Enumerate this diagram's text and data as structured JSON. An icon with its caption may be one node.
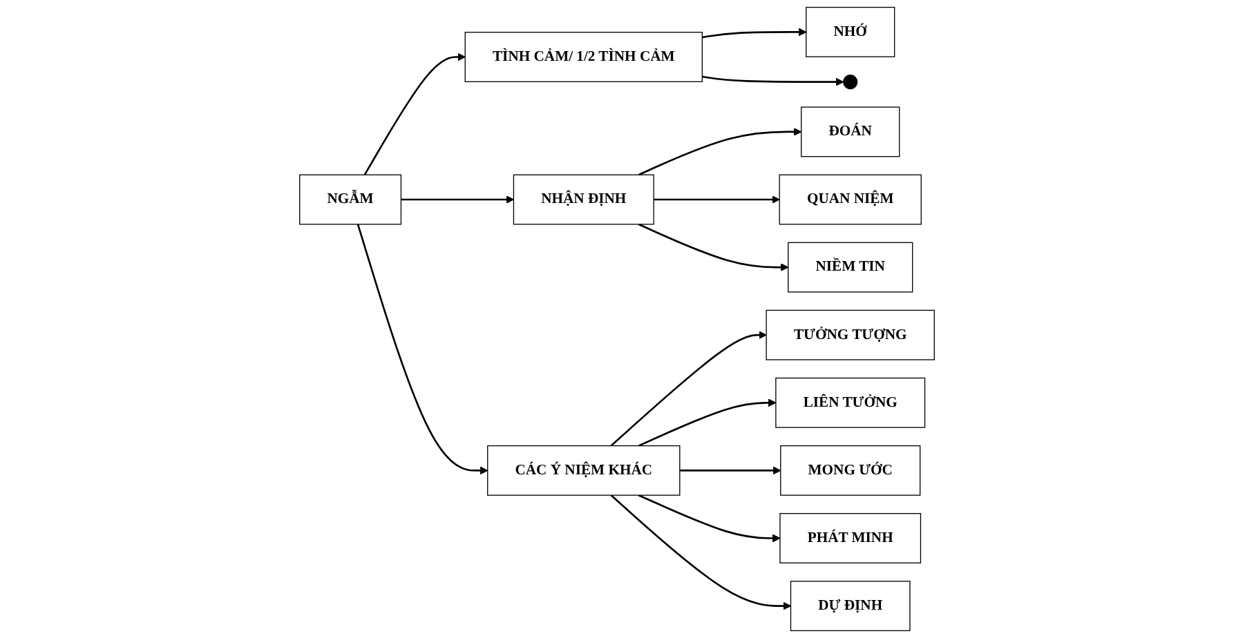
{
  "diagram": {
    "nodes": [
      {
        "text": [
          "NGẪM"
        ]
      },
      {
        "text": [
          "TÌNH CẢM/ 1/2 TÌNH CẢM"
        ]
      },
      {
        "text": [
          "NHỚ"
        ]
      },
      {
        "text": [],
        "shape": "circle"
      },
      {
        "text": [
          "NHẬN ĐỊNH"
        ]
      },
      {
        "text": [
          "ĐOÁN"
        ]
      },
      {
        "text": [
          "QUAN NIỆM"
        ]
      },
      {
        "text": [
          "NIỀM TIN"
        ]
      },
      {
        "text": [
          "CÁC Ý NIỆM KHÁC"
        ]
      },
      {
        "text": [
          "TƯỞNG TƯỢNG"
        ]
      },
      {
        "text": [
          "LIÊN TƯỞNG"
        ]
      },
      {
        "text": [
          "MONG ƯỚC"
        ]
      },
      {
        "text": [
          "PHÁT MINH"
        ]
      },
      {
        "text": [
          "DỰ ĐỊNH"
        ]
      }
    ],
    "edges": [
      {
        "from": 0,
        "to": 1,
        "arrow": "to"
      },
      {
        "from": 0,
        "to": 4,
        "arrow": "to"
      },
      {
        "from": 0,
        "to": 8,
        "arrow": "to"
      },
      {
        "from": 1,
        "to": 2,
        "arrow": "to"
      },
      {
        "from": 1,
        "to": 3,
        "arrow": "to"
      },
      {
        "from": 4,
        "to": 5,
        "arrow": "to"
      },
      {
        "from": 4,
        "to": 6,
        "arrow": "to"
      },
      {
        "from": 4,
        "to": 7,
        "arrow": "to"
      },
      {
        "from": 8,
        "to": 9,
        "arrow": "to"
      },
      {
        "from": 8,
        "to": 10,
        "arrow": "to"
      },
      {
        "from": 8,
        "to": 11,
        "arrow": "to"
      },
      {
        "from": 8,
        "to": 12,
        "arrow": "to"
      },
      {
        "from": 8,
        "to": 13,
        "arrow": "to"
      }
    ]
  }
}
